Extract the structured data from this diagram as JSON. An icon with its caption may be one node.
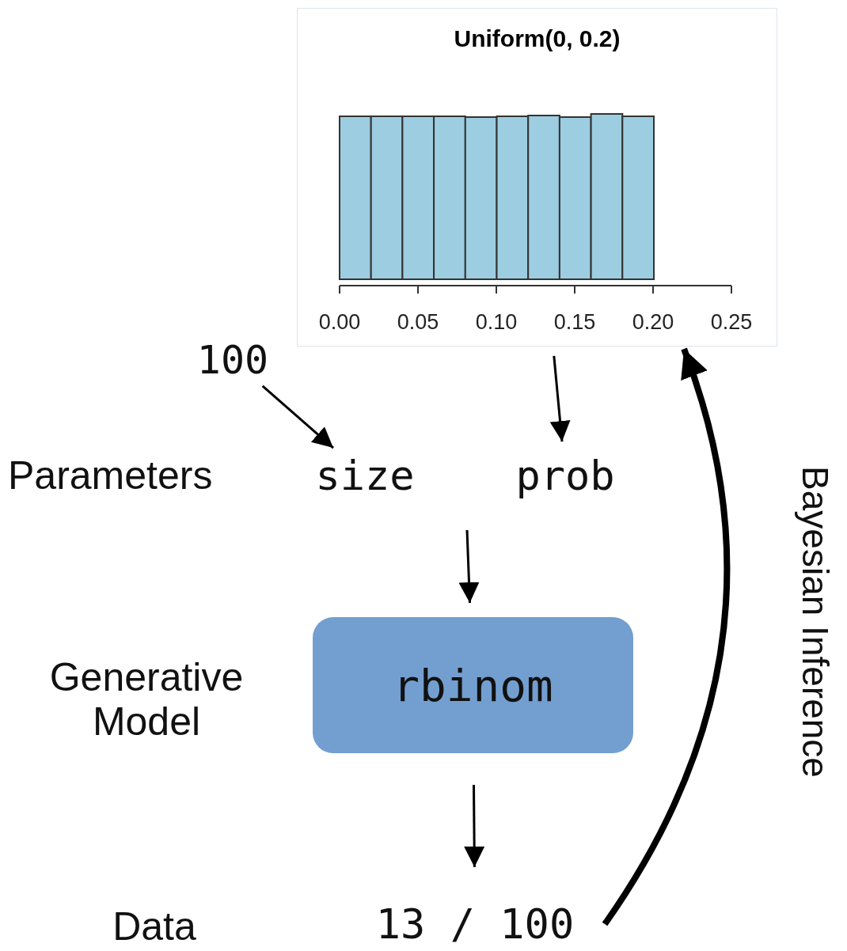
{
  "diagram": {
    "nodes": [
      {
        "text": [
          "Uniform(0, 0.2)",
          "0.00",
          "0.05",
          "0.10",
          "0.15",
          "0.20",
          "0.25"
        ]
      },
      {
        "text": [
          "100"
        ]
      },
      {
        "text": [
          "size"
        ]
      },
      {
        "text": [
          "prob"
        ]
      },
      {
        "text": [
          "rbinom"
        ]
      },
      {
        "text": [
          "13 / 100"
        ]
      }
    ],
    "edges": [
      {
        "from": 1,
        "to": 2,
        "arrow": "to"
      },
      {
        "from": 0,
        "to": 3,
        "arrow": "to"
      },
      {
        "from": null,
        "to": 4,
        "arrow": "to"
      },
      {
        "from": 4,
        "to": 5,
        "arrow": "to"
      },
      {
        "from": 5,
        "to": 0,
        "arrow": "to",
        "label": "Bayesian Inference",
        "style": "thick"
      }
    ],
    "labels": [
      "Parameters",
      "Generative Model",
      "Data"
    ]
  }
}
